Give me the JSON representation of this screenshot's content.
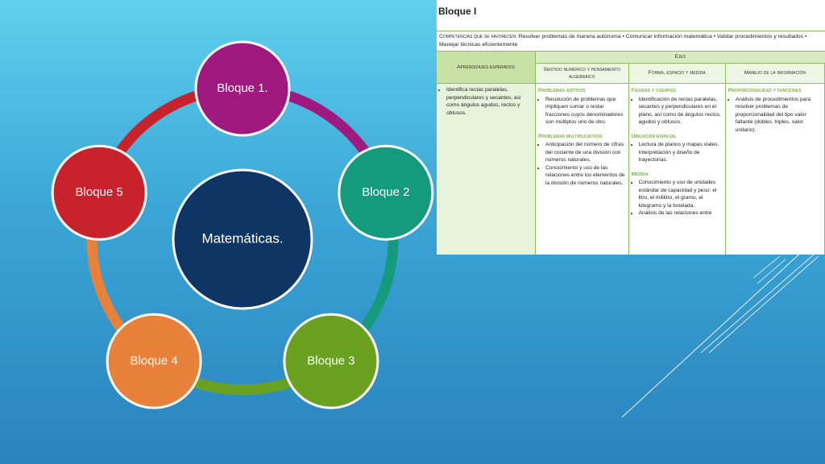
{
  "diagram": {
    "center_label": "Matemáticas.",
    "nodes": [
      {
        "label": "Bloque 1.",
        "color": "#a0197e"
      },
      {
        "label": "Bloque 2",
        "color": "#149a7d"
      },
      {
        "label": "Bloque 3",
        "color": "#6aa121"
      },
      {
        "label": "Bloque 4",
        "color": "#e8813a"
      },
      {
        "label": "Bloque 5",
        "color": "#c8232c"
      }
    ],
    "center_color": "#0e3563"
  },
  "table": {
    "title": "Bloque I",
    "competencias_label": "Competencias que se favorecen:",
    "competencias_text": "Resolver problemas de manera autónoma • Comunicar información matemática • Validar procedimientos y resultados • Manejar técnicas eficientemente",
    "ejes_label": "Ejes",
    "aprendizajes_header": "Aprendizajes esperados",
    "col_headers": [
      "Sentido numérico y pensamiento algebraico",
      "Forma, espacio y medida",
      "Manejo de la información"
    ],
    "aprendizajes": [
      "Identifica rectas paralelas, perpendiculares y secantes, así como ángulos agudos, rectos y obtusos."
    ],
    "col1": {
      "sec1_title": "Problemas aditivos",
      "sec1_items": [
        "Resolución de problemas que impliquen sumar o restar fracciones cuyos denominadores son múltiplos uno de otro."
      ],
      "sec2_title": "Problemas multiplicativos",
      "sec2_items": [
        "Anticipación del número de cifras del cociente de una división con números naturales.",
        "Conocimiento y uso de las relaciones entre los elementos de la división de números naturales."
      ]
    },
    "col2": {
      "sec1_title": "Figuras y cuerpos",
      "sec1_items": [
        "Identificación de rectas paralelas, secantes y perpendiculares en el plano, así como de ángulos rectos, agudos y obtusos."
      ],
      "sec2_title": "Ubicación espacial",
      "sec2_items": [
        "Lectura de planos y mapas viales. Interpretación y diseño de trayectorias."
      ],
      "sec3_title": "Medida",
      "sec3_items": [
        "Conocimiento y uso de unidades estándar de capacidad y peso: el litro, el mililitro, el gramo, el kilogramo y la tonelada.",
        "Análisis de las relaciones entre"
      ]
    },
    "col3": {
      "sec1_title": "Proporcionalidad y funciones",
      "sec1_items": [
        "Análisis de procedimientos para resolver problemas de proporcionalidad del tipo valor faltante (dobles, triples, valor unitario)."
      ]
    }
  }
}
